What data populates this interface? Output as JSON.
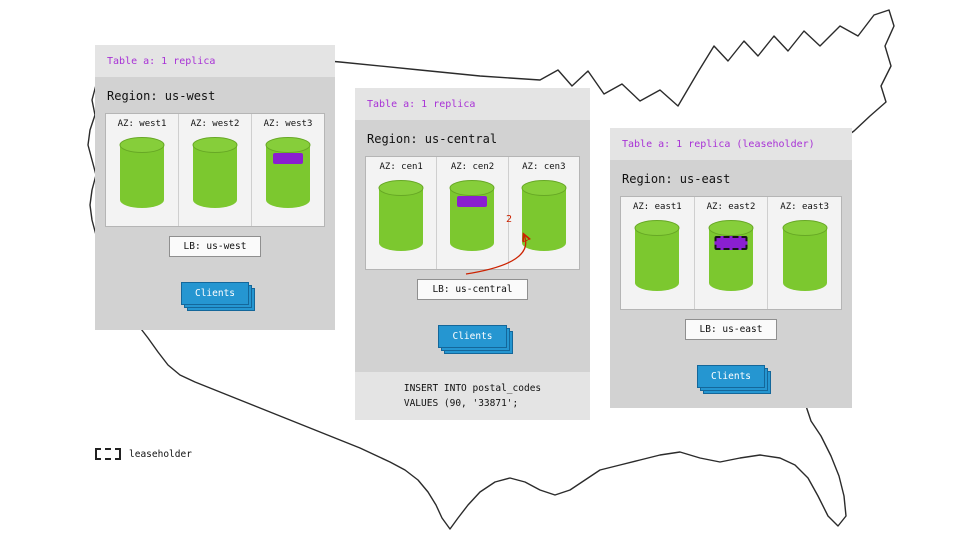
{
  "colors": {
    "panel_light": "#e4e4e4",
    "panel_dark": "#d2d2d2",
    "az_box_bg": "#f3f3f3",
    "az_box_border": "#b5b5b5",
    "table_label_purple": "#a832d6",
    "replica_purple": "#8a1fd0",
    "cylinder_green": "#7cc82f",
    "cylinder_top_green": "#86ce3a",
    "cylinder_edge": "#67a825",
    "clients_blue": "#2596d1",
    "clients_border": "#14679a",
    "arrow_red": "#cc2200"
  },
  "panels": [
    {
      "table_label": "Table a: 1 replica",
      "region_label": "Region: us-west",
      "azs": [
        {
          "label": "AZ: west1",
          "replica": false,
          "leaseholder": false
        },
        {
          "label": "AZ: west2",
          "replica": false,
          "leaseholder": false
        },
        {
          "label": "AZ: west3",
          "replica": true,
          "leaseholder": false
        }
      ],
      "lb_label": "LB: us-west",
      "clients_label": "Clients"
    },
    {
      "table_label": "Table a: 1 replica",
      "region_label": "Region: us-central",
      "azs": [
        {
          "label": "AZ: cen1",
          "replica": false,
          "leaseholder": false
        },
        {
          "label": "AZ: cen2",
          "replica": true,
          "leaseholder": false
        },
        {
          "label": "AZ: cen3",
          "replica": false,
          "leaseholder": false
        }
      ],
      "lb_label": "LB: us-central",
      "clients_label": "Clients",
      "arrow_label": "2",
      "sql_lines": [
        "INSERT INTO postal_codes",
        "VALUES (90, '33871';"
      ]
    },
    {
      "table_label": "Table a: 1 replica (leaseholder)",
      "region_label": "Region: us-east",
      "azs": [
        {
          "label": "AZ: east1",
          "replica": false,
          "leaseholder": false
        },
        {
          "label": "AZ: east2",
          "replica": true,
          "leaseholder": true
        },
        {
          "label": "AZ: east3",
          "replica": false,
          "leaseholder": false
        }
      ],
      "lb_label": "LB: us-east",
      "clients_label": "Clients"
    }
  ],
  "legend": {
    "label": "leaseholder"
  }
}
